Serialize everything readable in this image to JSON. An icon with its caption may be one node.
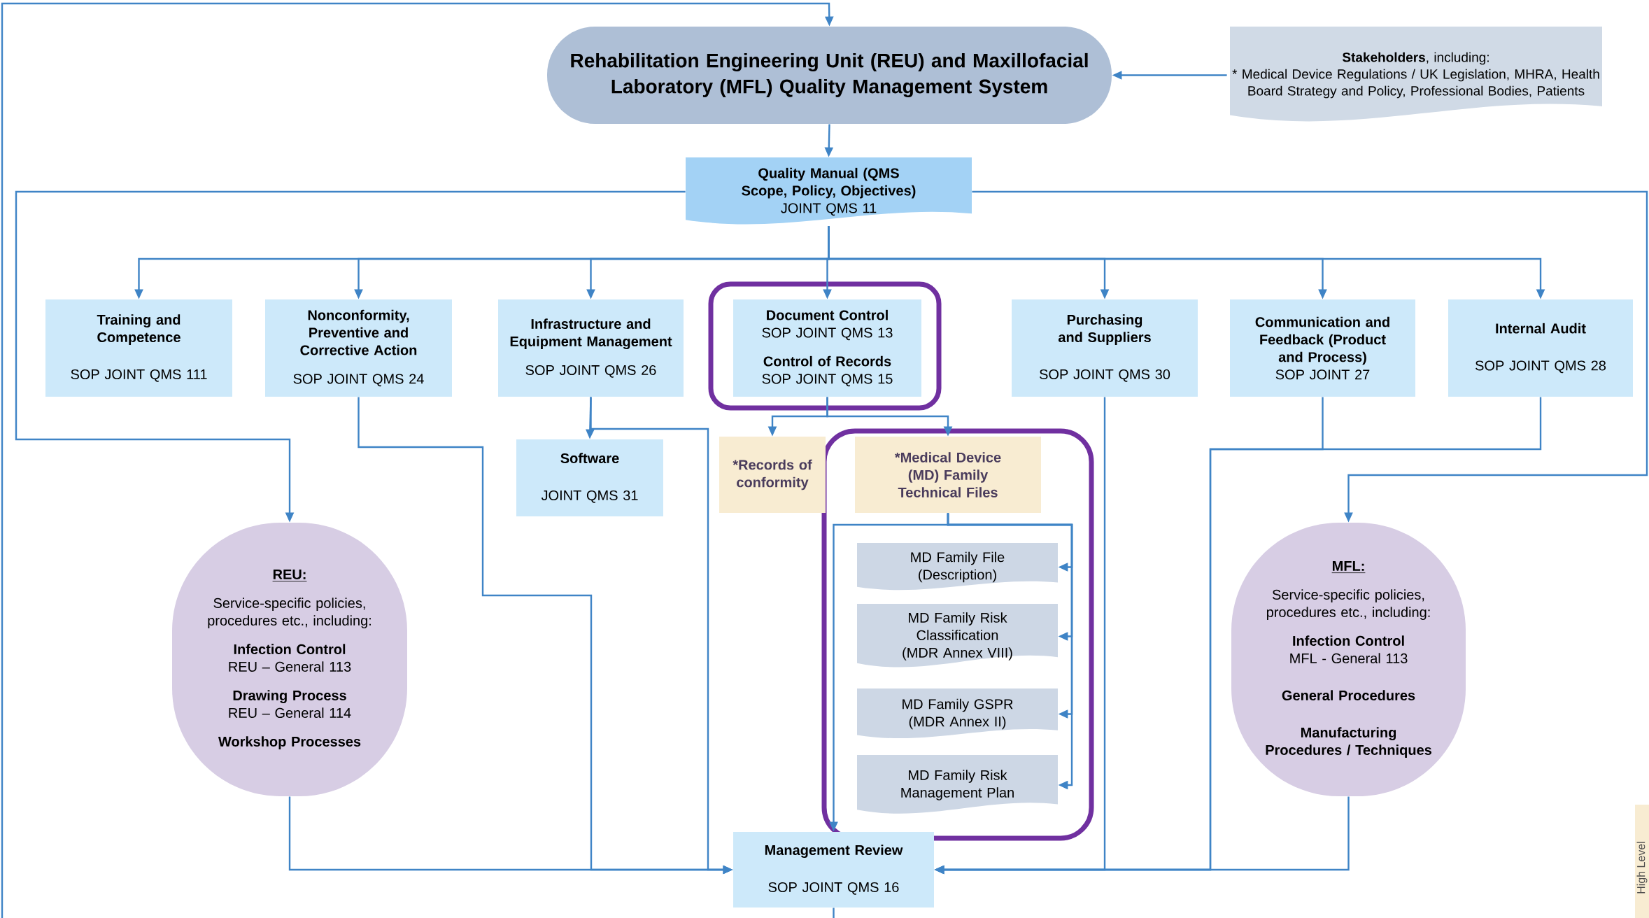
{
  "diagram": {
    "nodes": [
      {
        "text": [
          "Rehabilitation Engineering Unit (REU) and Maxillofacial Laboratory (MFL) Quality Management System"
        ]
      },
      {
        "text": [
          "**Stakeholders**, including:",
          "* Medical Device Regulations / UK Legislation, MHRA, Health Board Strategy and Policy, Professional Bodies, Patients"
        ]
      },
      {
        "text": [
          "Quality Manual (QMS Scope, Policy, Objectives)",
          "JOINT QMS 11"
        ]
      },
      {
        "text": [
          "Training and Competence",
          "SOP JOINT QMS 111"
        ]
      },
      {
        "text": [
          "Nonconformity, Preventive and Corrective Action",
          "SOP JOINT QMS 24"
        ]
      },
      {
        "text": [
          "Infrastructure and Equipment Management",
          "SOP JOINT QMS 26"
        ]
      },
      {
        "text": [
          "Document Control",
          "SOP JOINT QMS 13",
          "Control of Records",
          "SOP JOINT QMS 15"
        ]
      },
      {
        "text": [
          "Purchasing and Suppliers",
          "SOP JOINT QMS 30"
        ]
      },
      {
        "text": [
          "Communication and Feedback (Product and Process)",
          "SOP JOINT 27"
        ]
      },
      {
        "text": [
          "Internal Audit",
          "SOP JOINT QMS 28"
        ]
      },
      {
        "text": [
          "Software",
          "JOINT QMS 31"
        ]
      },
      {
        "text": [
          "*Records of conformity"
        ]
      },
      {
        "text": [
          "*Medical Device (MD) Family Technical Files"
        ]
      },
      {
        "text": [
          "MD Family File (Description)"
        ]
      },
      {
        "text": [
          "MD Family Risk Classification (MDR Annex VIII)"
        ]
      },
      {
        "text": [
          "MD Family GSPR (MDR Annex II)"
        ]
      },
      {
        "text": [
          "MD Family Risk Management Plan"
        ]
      },
      {
        "text": [
          "Management Review",
          "SOP JOINT QMS 16"
        ]
      },
      {
        "text": [
          "REU:",
          "Service-specific policies, procedures etc., including:",
          "Infection Control",
          "REU – General 113",
          "Drawing Process",
          "REU – General 114",
          "Workshop Processes"
        ]
      },
      {
        "text": [
          "MFL:",
          "Service-specific policies, procedures etc., including:",
          "Infection Control",
          "MFL - General 113",
          "General Procedures",
          "Manufacturing Procedures / Techniques"
        ]
      }
    ],
    "edges": [
      {
        "from": null,
        "to": 0,
        "arrow": "to"
      },
      {
        "from": 1,
        "to": 0,
        "arrow": "to"
      },
      {
        "from": 0,
        "to": 2,
        "arrow": "to"
      },
      {
        "from": 2,
        "to": 3,
        "arrow": "to"
      },
      {
        "from": 2,
        "to": 4,
        "arrow": "to"
      },
      {
        "from": 2,
        "to": 5,
        "arrow": "to"
      },
      {
        "from": 2,
        "to": 6,
        "arrow": "to"
      },
      {
        "from": 2,
        "to": 7,
        "arrow": "to"
      },
      {
        "from": 2,
        "to": 8,
        "arrow": "to"
      },
      {
        "from": 2,
        "to": 9,
        "arrow": "to"
      },
      {
        "from": 2,
        "to": 18,
        "arrow": "to"
      },
      {
        "from": 2,
        "to": 19,
        "arrow": "to"
      },
      {
        "from": 4,
        "to": 17,
        "arrow": "to"
      },
      {
        "from": 5,
        "to": 10,
        "arrow": "to"
      },
      {
        "from": 5,
        "to": 17,
        "arrow": "to"
      },
      {
        "from": 18,
        "to": 17,
        "arrow": "to"
      },
      {
        "from": 6,
        "to": 11,
        "arrow": "to"
      },
      {
        "from": 6,
        "to": 12,
        "arrow": "to"
      },
      {
        "from": 12,
        "to": 13,
        "arrow": "to"
      },
      {
        "from": 12,
        "to": 14,
        "arrow": "to"
      },
      {
        "from": 12,
        "to": 15,
        "arrow": "to"
      },
      {
        "from": 12,
        "to": 16,
        "arrow": "to"
      },
      {
        "from": 12,
        "to": 17,
        "arrow": "to"
      },
      {
        "from": 7,
        "to": 17,
        "arrow": "to"
      },
      {
        "from": 8,
        "to": 17,
        "arrow": "to"
      },
      {
        "from": 9,
        "to": 17,
        "arrow": "to"
      },
      {
        "from": 19,
        "to": 17,
        "arrow": "to"
      },
      {
        "from": 17,
        "to": null,
        "arrow": "none"
      }
    ],
    "labels": [
      "High Level"
    ]
  }
}
